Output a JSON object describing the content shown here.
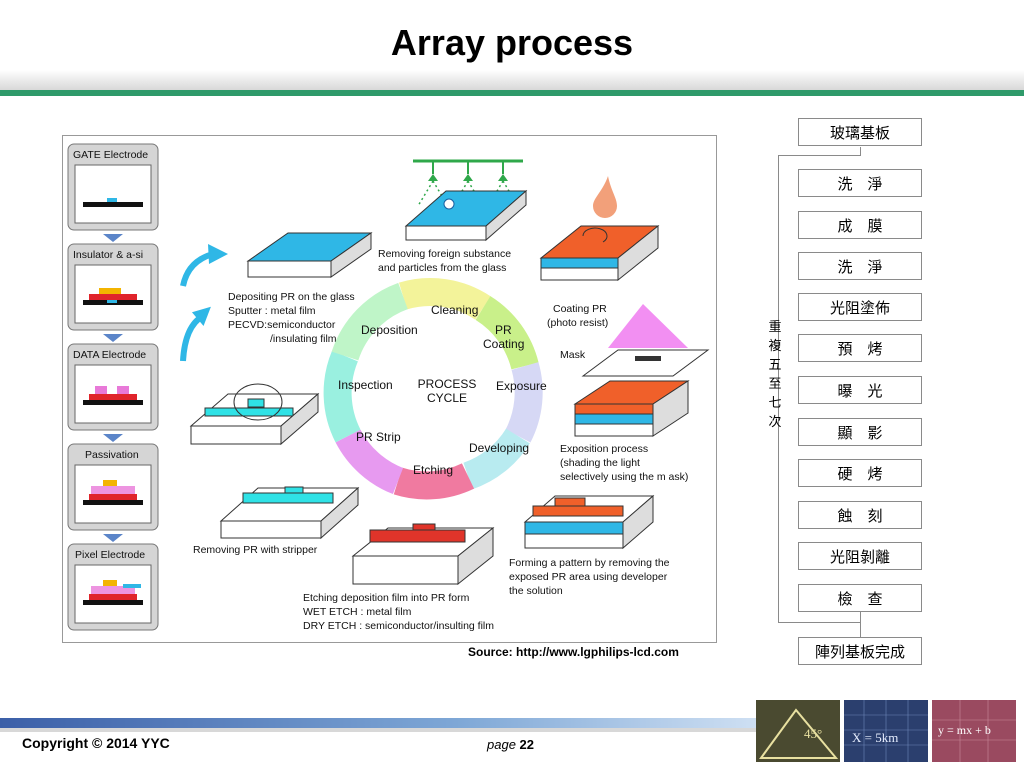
{
  "title": "Array process",
  "source": "Source: http://www.lgphilips-lcd.com",
  "footer": {
    "copyright": "Copyright © 2014  YYC",
    "page_label": "page",
    "page_number": "22"
  },
  "thumbnails": [
    {
      "text": "45°"
    },
    {
      "text": "X = 5km"
    },
    {
      "text": "y = mx + b"
    }
  ],
  "steps": [
    {
      "label": "GATE Electrode"
    },
    {
      "label": "Insulator & a-si"
    },
    {
      "label": "DATA Electrode"
    },
    {
      "label": "Passivation"
    },
    {
      "label": "Pixel Electrode"
    }
  ],
  "cycle": {
    "center_line1": "PROCESS",
    "center_line2": "CYCLE",
    "stages": [
      "Cleaning",
      "PR\nCoating",
      "Exposure",
      "Developing",
      "Etching",
      "PR Strip",
      "Inspection",
      "Deposition"
    ]
  },
  "annotations": {
    "removing": [
      "Removing foreign substance",
      "and particles from  the glass"
    ],
    "depositing": [
      "Depositing PR on the glass",
      "Sputter : metal film",
      "PECVD:semiconductor",
      "/insulating film"
    ],
    "coating": [
      "Coating PR",
      "(photo resist)"
    ],
    "mask": "Mask",
    "exposition": [
      "Exposition process",
      "(shading the light",
      "selectively using the m ask)"
    ],
    "forming": [
      "Forming a pattern by removing the",
      "exposed PR area using  developer",
      "the solution"
    ],
    "etching": [
      "Etching deposition film  into PR form",
      "WET ETCH : metal film",
      "DRY ETCH : semiconductor/insulting film"
    ],
    "stripper": "Removing PR with stripper"
  },
  "flow": {
    "start": "玻璃基板",
    "items": [
      "洗　淨",
      "成　膜",
      "洗　淨",
      "光阻塗佈",
      "預　烤",
      "曝　光",
      "顯　影",
      "硬　烤",
      "蝕　刻",
      "光阻剝離",
      "檢　查"
    ],
    "end": "陣列基板完成",
    "repeat_chars": [
      "重",
      "複",
      "五",
      "至",
      "七",
      "次"
    ]
  },
  "colors": {
    "accent_green": "#2f9a6a",
    "film_blue": "#2fb7e6",
    "pr_orange": "#f0602a",
    "cycle_pink": "#f07aa0"
  }
}
